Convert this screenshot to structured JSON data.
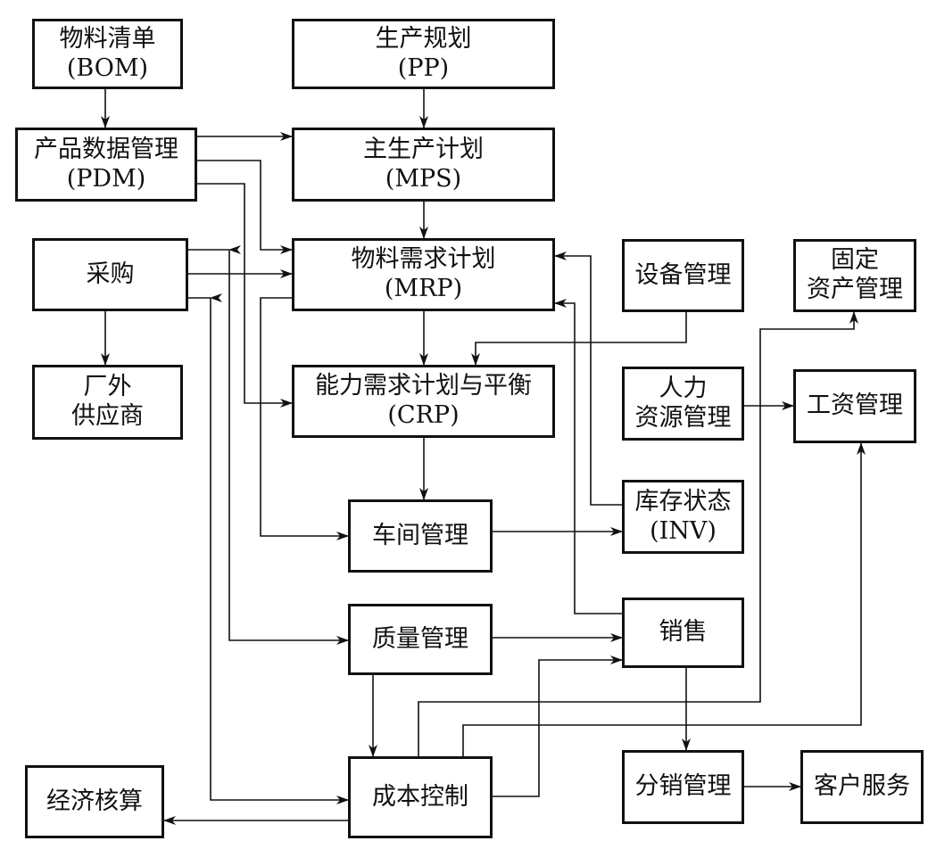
{
  "nodes": {
    "bom": {
      "line1": "物料清单",
      "line2": "(BOM)"
    },
    "pp": {
      "line1": "生产规划",
      "line2": "(PP)"
    },
    "pdm": {
      "line1": "产品数据管理",
      "line2": "(PDM)"
    },
    "mps": {
      "line1": "主生产计划",
      "line2": "(MPS)"
    },
    "purchase": {
      "line1": "采购"
    },
    "mrp": {
      "line1": "物料需求计划",
      "line2": "(MRP)"
    },
    "equipment": {
      "line1": "设备管理"
    },
    "fixed_assets": {
      "line1": "固定",
      "line2": "资产管理"
    },
    "supplier": {
      "line1": "厂外",
      "line2": "供应商"
    },
    "crp": {
      "line1": "能力需求计划与平衡",
      "line2": "(CRP)"
    },
    "hr": {
      "line1": "人力",
      "line2": "资源管理"
    },
    "payroll": {
      "line1": "工资管理"
    },
    "workshop": {
      "line1": "车间管理"
    },
    "inventory": {
      "line1": "库存状态",
      "line2": "(INV)"
    },
    "quality": {
      "line1": "质量管理"
    },
    "sales": {
      "line1": "销售"
    },
    "accounting": {
      "line1": "经济核算"
    },
    "cost": {
      "line1": "成本控制"
    },
    "distribution": {
      "line1": "分销管理"
    },
    "service": {
      "line1": "客户服务"
    }
  }
}
